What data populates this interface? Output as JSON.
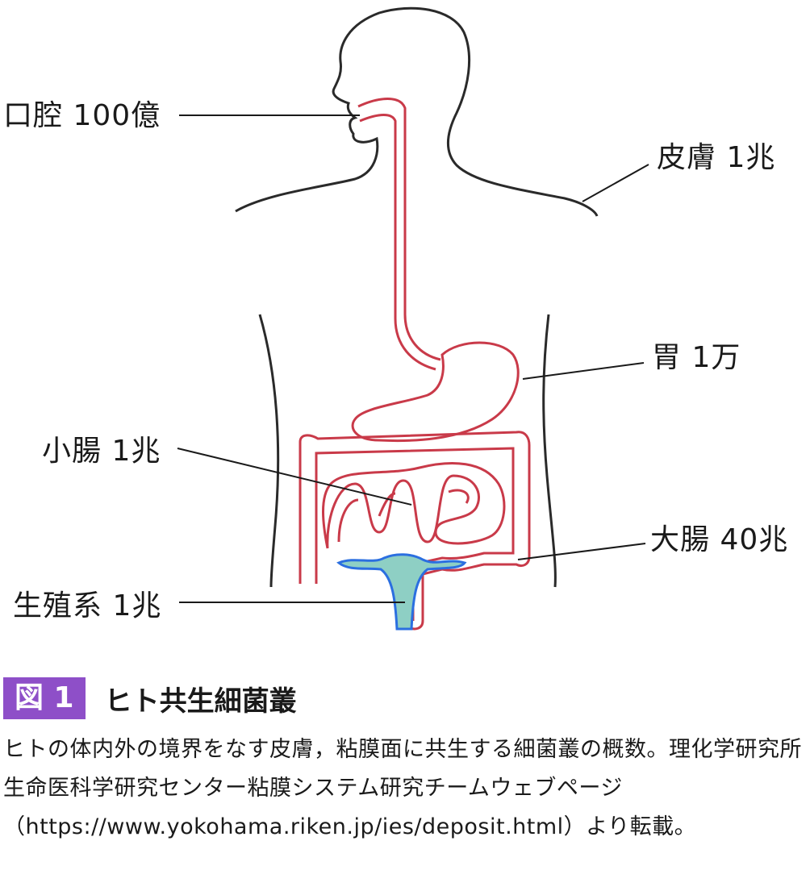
{
  "labels": {
    "oral": "口腔 100億",
    "skin": "皮膚 1兆",
    "stomach": "胃 1万",
    "small_intestine": "小腸 1兆",
    "large_intestine": "大腸 40兆",
    "reproductive": "生殖系 1兆"
  },
  "figure": {
    "number": "図 1",
    "title": "ヒト共生細菌叢",
    "caption": "ヒトの体内外の境界をなす皮膚，粘膜面に共生する細菌叢の概数。理化学研究所生命医科学研究センター粘膜システム研究チームウェブページ（https://www.yokohama.riken.jp/ies/deposit.html）より転載。"
  },
  "colors": {
    "organ": "#c93a49",
    "body_outline": "#2a2a2a",
    "reproductive_fill": "#8ecfc4",
    "reproductive_stroke": "#2b6fe0",
    "figure_badge": "#8e4fc8"
  }
}
